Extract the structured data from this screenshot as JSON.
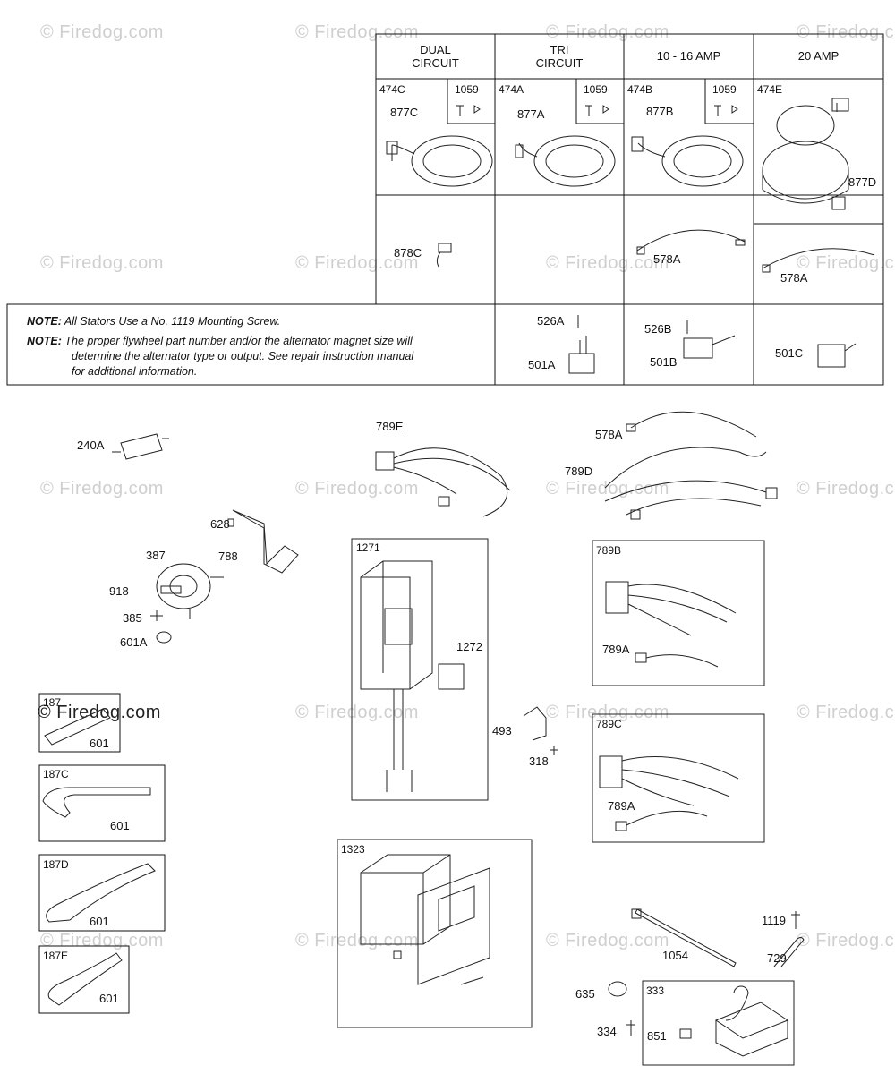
{
  "watermark": "© Firedog.com",
  "table": {
    "columns": [
      "DUAL\nCIRCUIT",
      "TRI\nCIRCUIT",
      "10 - 16 AMP",
      "20 AMP"
    ]
  },
  "notes": {
    "n1_prefix": "NOTE:",
    "n1_text": "All Stators Use  a No. 1119 Mounting Screw.",
    "n2_prefix": "NOTE:",
    "n2_line1": "The proper flywheel part number and/or the alternator magnet size will",
    "n2_line2": "determine the alternator type or output. See repair instruction manual",
    "n2_line3": "for additional information."
  },
  "parts": {
    "p474C": "474C",
    "p1059a": "1059",
    "p877C": "877C",
    "p474A": "474A",
    "p1059b": "1059",
    "p877A": "877A",
    "p474B": "474B",
    "p1059c": "1059",
    "p877B": "877B",
    "p474E": "474E",
    "p877D": "877D",
    "p878C": "878C",
    "p578A_1": "578A",
    "p578A_2": "578A",
    "p526A": "526A",
    "p501A": "501A",
    "p526B": "526B",
    "p501B": "501B",
    "p501C": "501C",
    "p240A": "240A",
    "p628": "628",
    "p788": "788",
    "p387": "387",
    "p918": "918",
    "p385": "385",
    "p601A": "601A",
    "p789E": "789E",
    "p578A_3": "578A",
    "p789D": "789D",
    "p1271": "1271",
    "p1272": "1272",
    "p789B": "789B",
    "p789A_1": "789A",
    "p789C": "789C",
    "p789A_2": "789A",
    "p493": "493",
    "p318": "318",
    "p187": "187",
    "p601_1": "601",
    "p187C": "187C",
    "p601_2": "601",
    "p187D": "187D",
    "p601_3": "601",
    "p187E": "187E",
    "p601_4": "601",
    "p1323": "1323",
    "p1054": "1054",
    "p1119": "1119",
    "p729": "729",
    "p635": "635",
    "p333": "333",
    "p334": "334",
    "p851": "851"
  }
}
